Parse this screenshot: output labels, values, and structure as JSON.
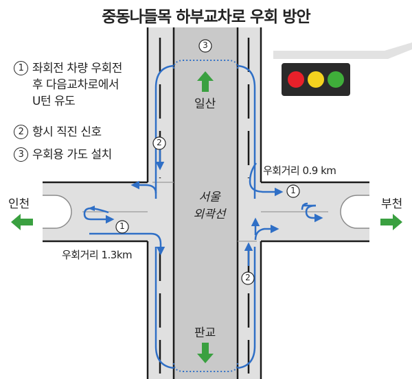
{
  "title": "중동나들목 하부교차로 우회 방안",
  "legend": [
    {
      "num": "1",
      "lines": [
        "좌회전 차량 우회전",
        "후 다음교차로에서",
        "U턴 유도"
      ]
    },
    {
      "num": "2",
      "lines": [
        "항시 직진 신호"
      ]
    },
    {
      "num": "3",
      "lines": [
        "우회용 가도 설치"
      ]
    }
  ],
  "places": {
    "north": "일산",
    "south": "판교",
    "west": "인천",
    "east": "부천"
  },
  "center_road": [
    "서울",
    "외곽선"
  ],
  "distances": {
    "west": "우회거리 1.3km",
    "east": "우회거리 0.9 km"
  },
  "markers": {
    "one": "1",
    "two": "2",
    "three": "3"
  },
  "colors": {
    "road": "#e0e0e0",
    "route": "#2f6fc6",
    "arrow": "#3aa040",
    "edge": "#1a1a1a",
    "light_red": "#e8202a",
    "light_yellow": "#f4d21f",
    "light_green": "#3fae3a"
  }
}
